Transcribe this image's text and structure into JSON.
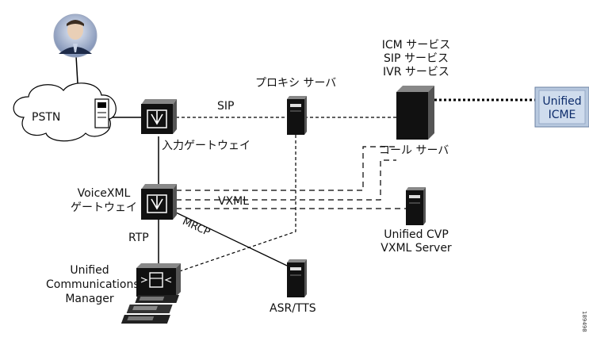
{
  "pstn": {
    "label": "PSTN"
  },
  "ingress_gateway": {
    "label": "入力ゲートウェイ"
  },
  "sip_link": {
    "label": "SIP"
  },
  "proxy_server": {
    "label": "プロキシ サーバ"
  },
  "call_server": {
    "services": [
      "ICM サービス",
      "SIP サービス",
      "IVR サービス"
    ],
    "label": "コール サーバ"
  },
  "unified_icme": {
    "line1": "Unified",
    "line2": "ICME"
  },
  "voicexml_gateway": {
    "line1": "VoiceXML",
    "line2": "ゲートウェイ"
  },
  "vxml_link": {
    "label": "VXML"
  },
  "cvp_vxml_server": {
    "line1": "Unified CVP",
    "line2": "VXML Server"
  },
  "rtp_link": {
    "label": "RTP"
  },
  "mrcp_link": {
    "label": "MRCP"
  },
  "ucm": {
    "line1": "Unified",
    "line2": "Communications",
    "line3": "Manager"
  },
  "asr_tts": {
    "label": "ASR/TTS"
  },
  "figure_id": "189498"
}
